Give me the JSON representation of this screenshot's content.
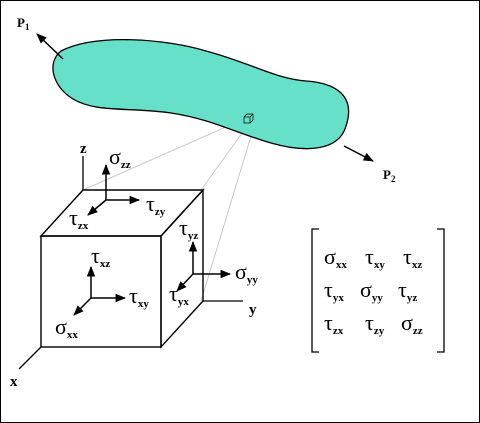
{
  "colors": {
    "body_fill": "#66e0c8",
    "stroke": "#000000",
    "projection_line": "#c8c8c8"
  },
  "loads": {
    "p1": {
      "symbol": "P",
      "sub": "1"
    },
    "p2": {
      "symbol": "P",
      "sub": "2"
    }
  },
  "axes": {
    "x": "x",
    "y": "y",
    "z": "z"
  },
  "cube_labels": {
    "sigma_zz": {
      "symbol": "σ",
      "sub": "zz"
    },
    "tau_zx": {
      "symbol": "τ",
      "sub": "zx"
    },
    "tau_zy": {
      "symbol": "τ",
      "sub": "zy"
    },
    "tau_xz": {
      "symbol": "τ",
      "sub": "xz"
    },
    "tau_xy": {
      "symbol": "τ",
      "sub": "xy"
    },
    "sigma_xx": {
      "symbol": "σ",
      "sub": "xx"
    },
    "tau_yz": {
      "symbol": "τ",
      "sub": "yz"
    },
    "tau_yx": {
      "symbol": "τ",
      "sub": "yx"
    },
    "sigma_yy": {
      "symbol": "σ",
      "sub": "yy"
    }
  },
  "tensor_matrix": [
    [
      {
        "symbol": "σ",
        "sub": "xx"
      },
      {
        "symbol": "τ",
        "sub": "xy"
      },
      {
        "symbol": "τ",
        "sub": "xz"
      }
    ],
    [
      {
        "symbol": "τ",
        "sub": "yx"
      },
      {
        "symbol": "σ",
        "sub": "yy"
      },
      {
        "symbol": "τ",
        "sub": "yz"
      }
    ],
    [
      {
        "symbol": "τ",
        "sub": "zx"
      },
      {
        "symbol": "τ",
        "sub": "zy"
      },
      {
        "symbol": "σ",
        "sub": "zz"
      }
    ]
  ]
}
